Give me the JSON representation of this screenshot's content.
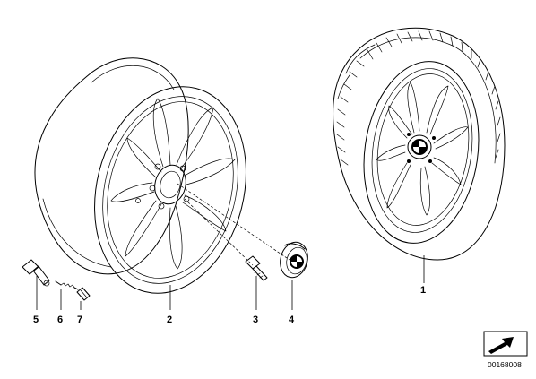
{
  "callouts": [
    {
      "id": "1",
      "label": "1",
      "part": "tire"
    },
    {
      "id": "2",
      "label": "2",
      "part": "alloy-rim"
    },
    {
      "id": "3",
      "label": "3",
      "part": "wheel-bolt"
    },
    {
      "id": "4",
      "label": "4",
      "part": "hub-cap"
    },
    {
      "id": "5",
      "label": "5",
      "part": "valve-stem"
    },
    {
      "id": "6",
      "label": "6",
      "part": "valve-core"
    },
    {
      "id": "7",
      "label": "7",
      "part": "valve-cap"
    }
  ],
  "document_id": "00168008",
  "icons": [
    "document-arrow-icon",
    "bmw-roundel-icon"
  ]
}
